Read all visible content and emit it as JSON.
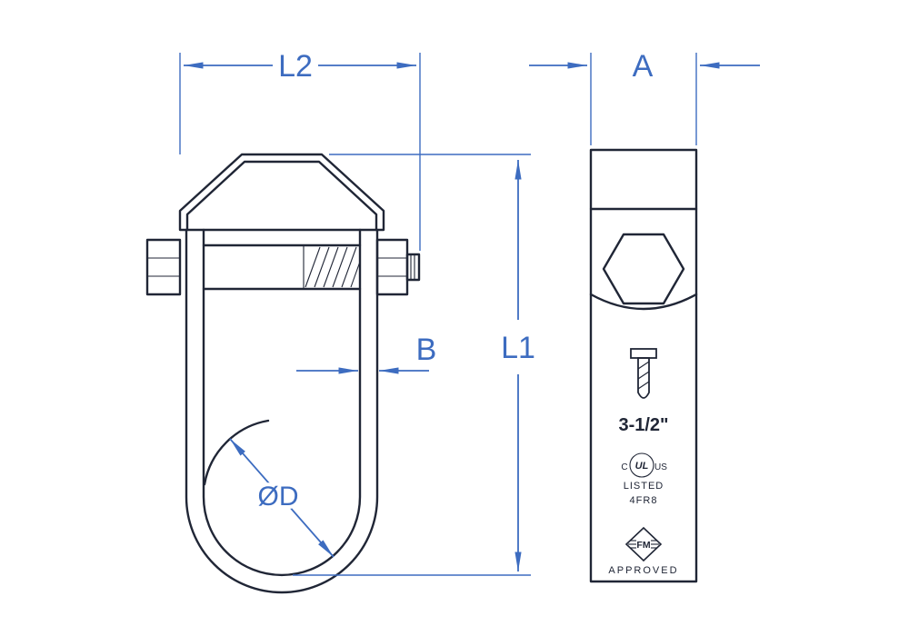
{
  "colors": {
    "background": "#ffffff",
    "geometry": "#202636",
    "dimension": "#3d6cc0"
  },
  "dimension_labels": {
    "l2": "L2",
    "a": "A",
    "l1": "L1",
    "b": "B",
    "diameter": "ØD"
  },
  "side_view_text": {
    "size": "3-1/2\"",
    "ul_c": "C",
    "ul_monogram": "UL",
    "ul_us": "US",
    "ul_listed": "LISTED",
    "ul_file": "4FR8",
    "fm_logo": "FM",
    "fm_approved": "APPROVED"
  }
}
